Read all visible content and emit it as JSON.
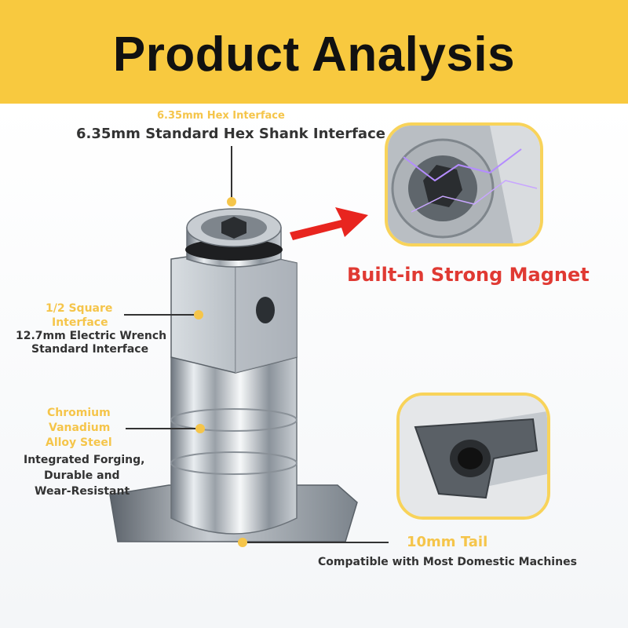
{
  "header": {
    "title": "Product Analysis"
  },
  "callouts": {
    "hex": {
      "title": "6.35mm Hex Interface",
      "desc": "6.35mm Standard Hex Shank Interface"
    },
    "square": {
      "title_line1": "1/2 Square",
      "title_line2": "Interface",
      "desc_line1": "12.7mm Electric Wrench",
      "desc_line2": "Standard Interface"
    },
    "steel": {
      "title_line1": "Chromium",
      "title_line2": "Vanadium",
      "title_line3": "Alloy Steel",
      "desc_line1": "Integrated Forging,",
      "desc_line2": "Durable and",
      "desc_line3": "Wear-Resistant"
    },
    "tail": {
      "title": "10mm Tail",
      "desc": "Compatible with Most Domestic Machines"
    },
    "magnet": {
      "label": "Built-in Strong Magnet"
    }
  },
  "colors": {
    "banner": "#f8c93f",
    "accent_yellow": "#f5c54a",
    "magnet_red": "#e03a33",
    "arrow_red": "#e8251f"
  },
  "icons": {
    "arrow": "red-arrow-icon"
  }
}
